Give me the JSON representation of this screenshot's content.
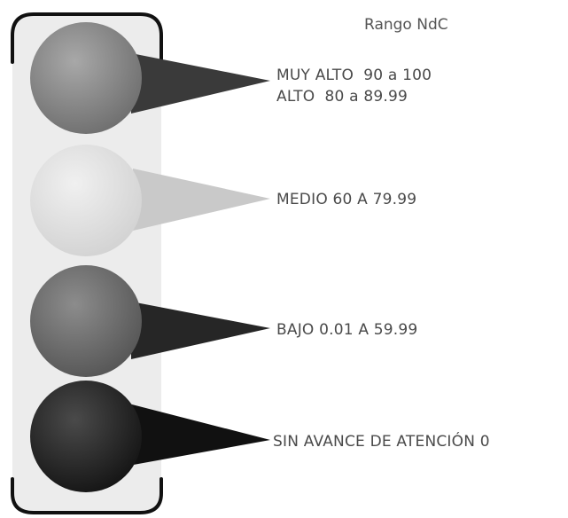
{
  "title": "Rango NdC",
  "levels": [
    {
      "lines": [
        "MUY ALTO  90 a 100",
        "ALTO  80 a 89.99"
      ]
    },
    {
      "lines": [
        "MEDIO 60 A 79.99"
      ]
    },
    {
      "lines": [
        "BAJO 0.01 A 59.99"
      ]
    },
    {
      "lines": [
        "SIN AVANCE DE ATENCIÓN 0"
      ]
    }
  ],
  "colors": {
    "frame_fill": "#ececec",
    "frame_border": "#111111",
    "light_1": "#8a8a8a",
    "light_2": "#dedede",
    "light_3": "#6f6f6f",
    "light_4": "#2a2a2a",
    "pointer_1": "#3a3a3a",
    "pointer_2": "#c9c9c9",
    "pointer_3": "#262626",
    "pointer_4": "#111111"
  }
}
